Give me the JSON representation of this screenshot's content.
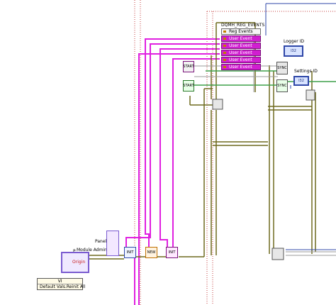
{
  "diagram": {
    "reg_events_node": {
      "title": "DQMH_REG_EVENTS",
      "items": [
        "Reg Events",
        "User Event",
        "User Event",
        "User Event",
        "User Event",
        "User Event"
      ]
    },
    "labels": {
      "logger_id": "Logger ID",
      "settings_id": "Settings ID",
      "panel": "Panel",
      "module_admin": "Module Admin",
      "p": "P",
      "origin": "Origin"
    },
    "vi_control": {
      "header": "VI",
      "value": "Default Vals.Reinit All"
    },
    "nodes": {
      "init_1": "INIT",
      "new": "NEW",
      "init_2": "INIT",
      "sync_a": "SYNC",
      "sync_b": "SYNC",
      "start_a": "START",
      "start_b": "START"
    },
    "id_value": "I32"
  },
  "colors": {
    "wire_magenta": "#e020e0",
    "wire_olive": "#6f6a1e",
    "wire_green": "#3fa04a",
    "wire_blue": "#2f47a8",
    "wire_grey": "#9a9a9a",
    "frame_red_dotted": "#c44040"
  }
}
